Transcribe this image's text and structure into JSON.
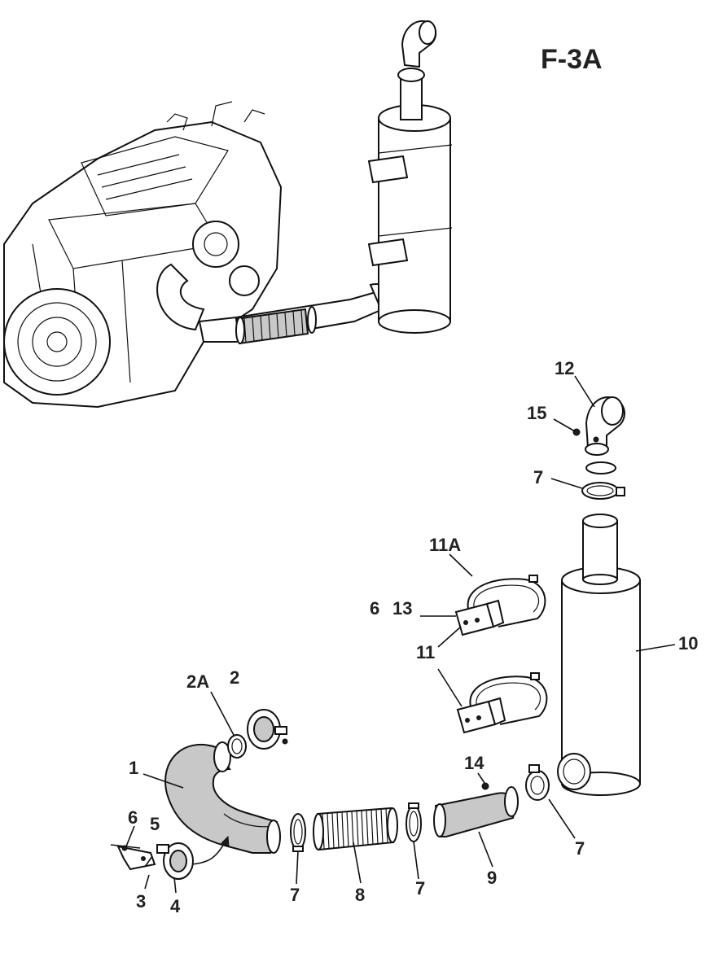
{
  "figure_id": "F-3A",
  "callouts": {
    "c1": "1",
    "c2": "2",
    "c2a": "2A",
    "c3": "3",
    "c4": "4",
    "c5": "5",
    "c6a": "6",
    "c6b": "6",
    "c7a": "7",
    "c7b": "7",
    "c7c": "7",
    "c7d": "7",
    "c8": "8",
    "c9": "9",
    "c10": "10",
    "c11": "11",
    "c11a": "11A",
    "c12": "12",
    "c13": "13",
    "c14": "14",
    "c15": "15"
  }
}
